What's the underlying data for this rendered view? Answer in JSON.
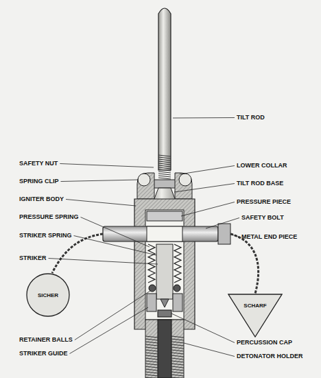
{
  "diagram": {
    "nodes": [
      {
        "text": [
          "SICHER"
        ]
      },
      {
        "text": [
          "SCHARF"
        ]
      }
    ],
    "labels": [
      "TILT ROD",
      "SAFETY NUT",
      "LOWER COLLAR",
      "SPRING CLIP",
      "TILT ROD BASE",
      "IGNITER BODY",
      "PRESSURE PIECE",
      "PRESSURE SPRING",
      "SAFETY BOLT",
      "STRIKER SPRING",
      "METAL END PIECE",
      "STRIKER",
      "RETAINER BALLS",
      "PERCUSSION CAP",
      "STRIKER GUIDE",
      "DETONATOR HOLDER"
    ]
  }
}
